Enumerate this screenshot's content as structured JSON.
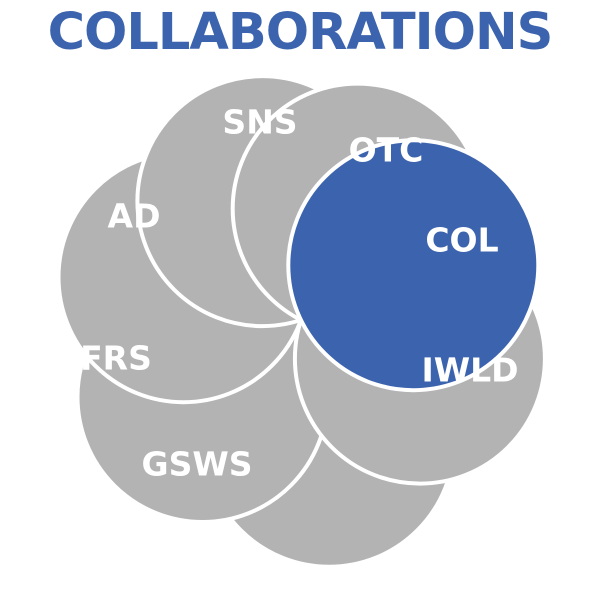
{
  "title": "COLLABORATIONS",
  "colors": {
    "title": "#3c64ae",
    "segment": "#b3b3b3",
    "highlight": "#3c64ae",
    "label": "#ffffff",
    "separator": "#ffffff"
  },
  "segments": [
    {
      "id": "sns",
      "label": "SNS",
      "highlighted": false
    },
    {
      "id": "otc",
      "label": "OTC",
      "highlighted": false
    },
    {
      "id": "col",
      "label": "COL",
      "highlighted": true
    },
    {
      "id": "iwld",
      "label": "IWLD",
      "highlighted": false
    },
    {
      "id": "gsws",
      "label": "GSWS",
      "highlighted": false
    },
    {
      "id": "frs",
      "label": "FRS",
      "highlighted": false
    },
    {
      "id": "ad",
      "label": "AD",
      "highlighted": false
    }
  ]
}
